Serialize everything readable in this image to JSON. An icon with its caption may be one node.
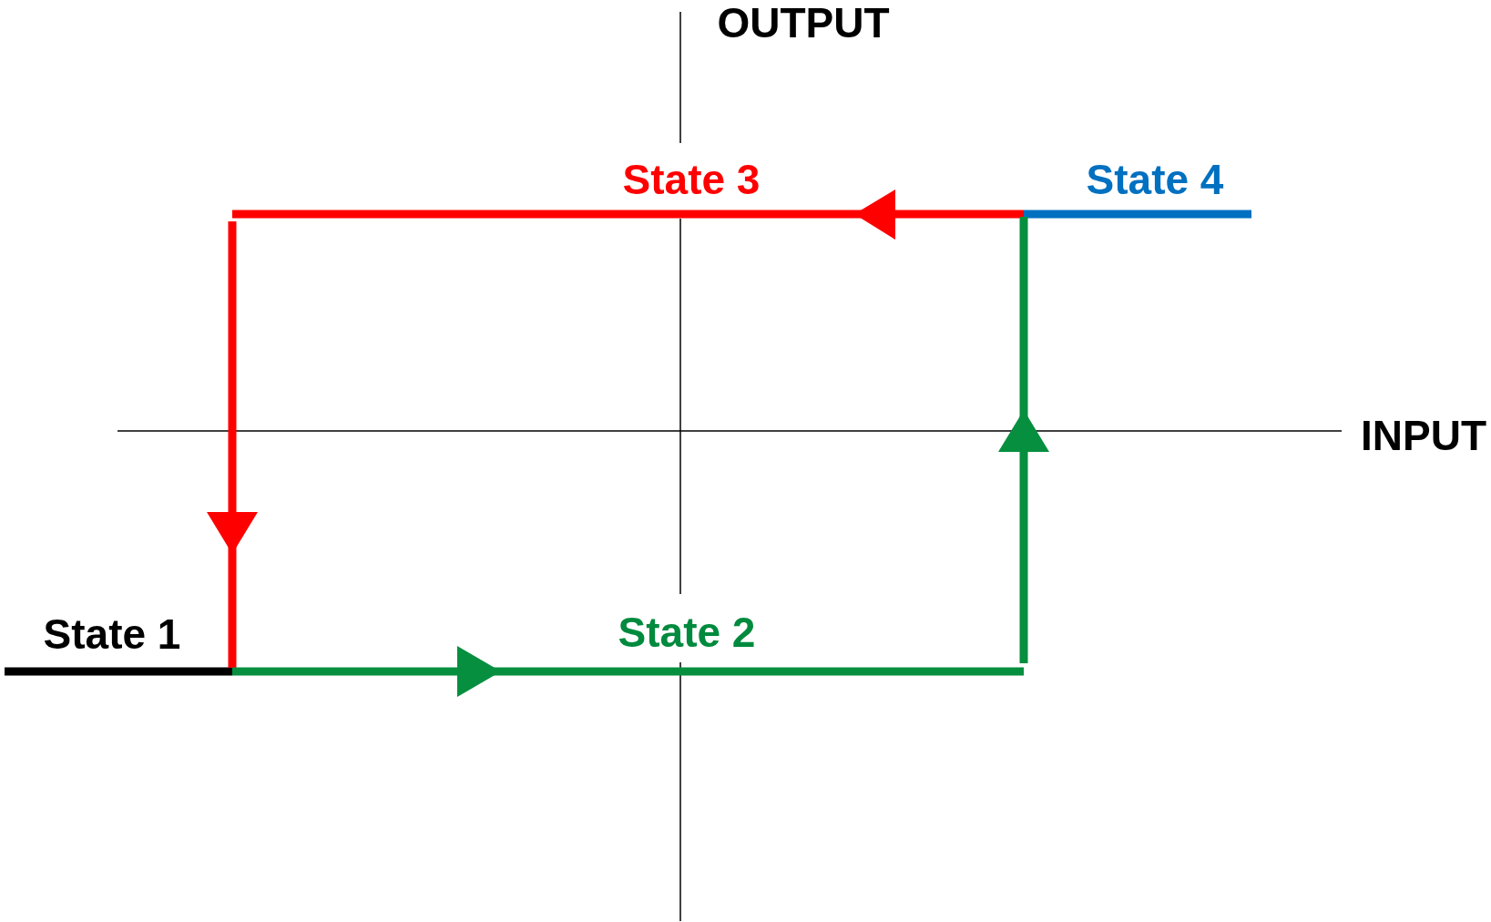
{
  "diagram": {
    "labels": [
      "OUTPUT",
      "State 3",
      "State 4",
      "INPUT",
      "State 1",
      "State 2"
    ]
  }
}
